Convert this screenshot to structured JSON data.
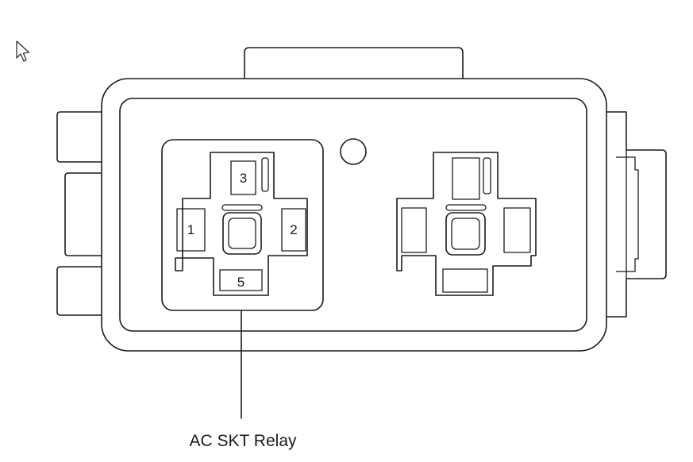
{
  "cursor": {
    "icon": "arrow-cursor-icon"
  },
  "connector": {
    "relay_socket": {
      "pins": {
        "p1": "1",
        "p2": "2",
        "p3": "3",
        "p5": "5"
      }
    }
  },
  "caption": {
    "label": "AC SKT Relay"
  },
  "colors": {
    "line": "#1a1a1a",
    "background": "#ffffff"
  }
}
